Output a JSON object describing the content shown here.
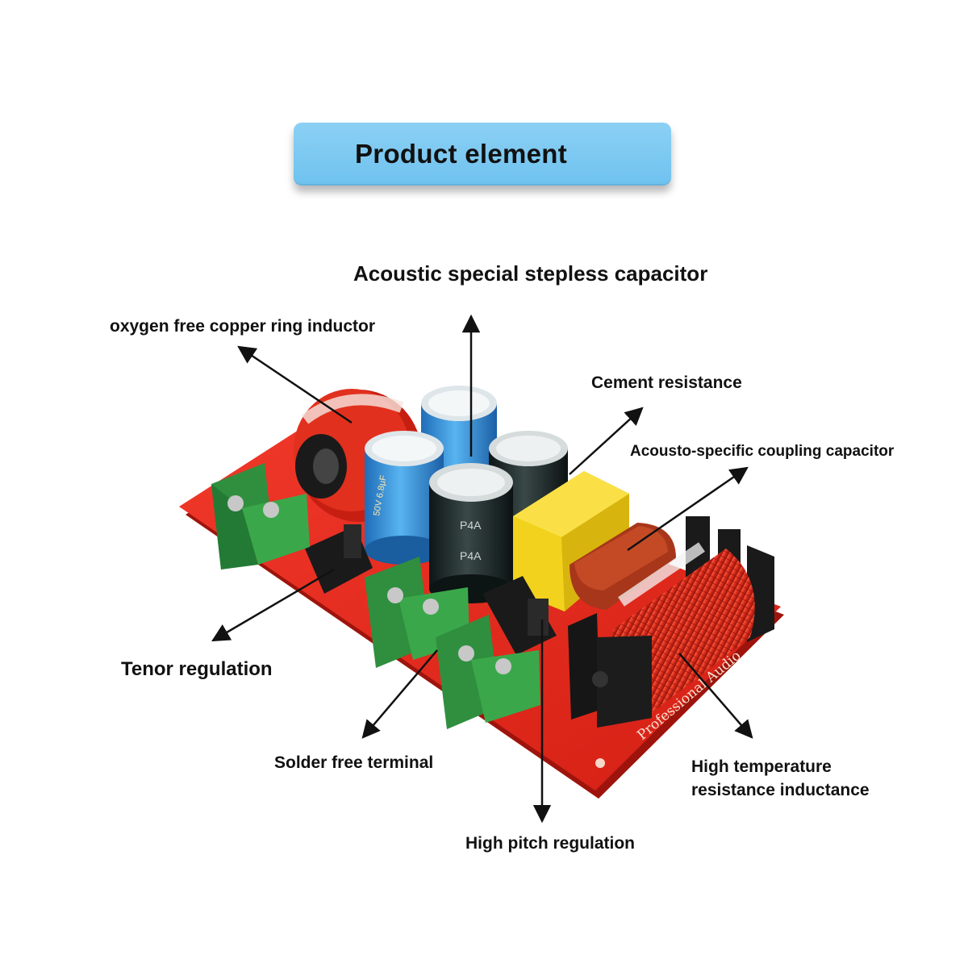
{
  "title": "Product element",
  "labels": {
    "acoustic_capacitor": "Acoustic special stepless capacitor",
    "copper_inductor": "oxygen free copper ring inductor",
    "cement_resistance": "Cement resistance",
    "coupling_capacitor": "Acousto-specific coupling capacitor",
    "tenor_regulation": "Tenor regulation",
    "solder_terminal": "Solder free terminal",
    "high_temp_line1": "High temperature",
    "high_temp_line2": "resistance inductance",
    "high_pitch": "High pitch regulation"
  },
  "board_print": {
    "cap_text": "P4A",
    "cap_text_2": "P4A",
    "cap_small": "50V 6.8μF",
    "brand": "Professional Audio"
  },
  "colors": {
    "pill": "#7cc8f1",
    "board": "#e8281c",
    "terminal": "#2f9a45",
    "coil": "#d8261a",
    "coupling_cap": "#f4d21a",
    "blue_cap": "#2f8fd8",
    "black_cap": "#1f2a2a"
  }
}
